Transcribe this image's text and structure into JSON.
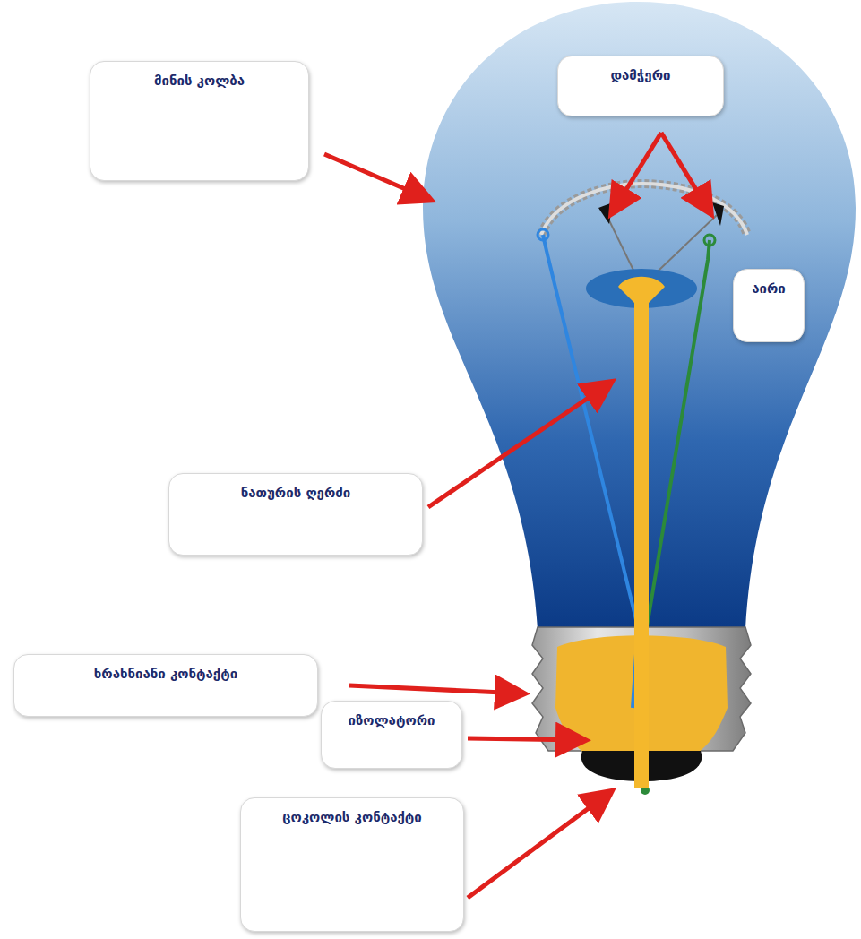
{
  "diagram": {
    "nodes": [
      {
        "text": [
          "მინის კოლბა"
        ]
      },
      {
        "text": [
          "დამჭერი"
        ]
      },
      {
        "text": [
          "აირი"
        ]
      },
      {
        "text": [
          "ნათურის ღერძი"
        ]
      },
      {
        "text": [
          "ხრახნიანი კონტაქტი"
        ]
      },
      {
        "text": [
          "იზოლატორი"
        ]
      },
      {
        "text": [
          "ცოკოლის კონტაქტი"
        ]
      }
    ]
  }
}
